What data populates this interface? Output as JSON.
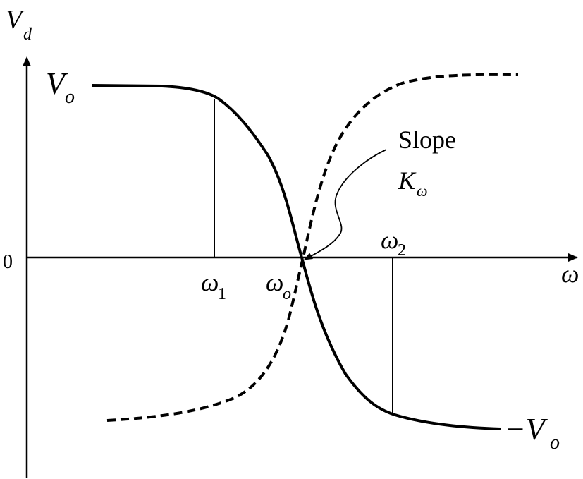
{
  "diagram": {
    "y_axis_label_main": "V",
    "y_axis_label_sub": "d",
    "x_axis_label": "ω",
    "origin_label": "0",
    "v0_label_main": "V",
    "v0_label_sub": "o",
    "neg_v0_label_main": "−V",
    "neg_v0_label_sub": "o",
    "omega1_main": "ω",
    "omega1_sub": "1",
    "omega0_main": "ω",
    "omega0_sub": "o",
    "omega2_main": "ω",
    "omega2_sub": "2",
    "slope_label": "Slope",
    "slope_symbol_main": "K",
    "slope_symbol_sub": "ω"
  },
  "colors": {
    "stroke": "#000000",
    "background": "#ffffff"
  }
}
